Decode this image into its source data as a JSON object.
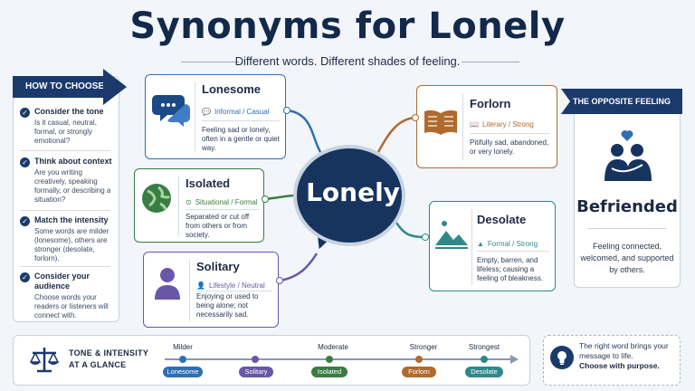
{
  "title": "Synonyms for Lonely",
  "subtitle": "Different words. Different shades of feeling.",
  "center_word": "Lonely",
  "how_to_choose": {
    "heading": "HOW TO CHOOSE",
    "steps": [
      {
        "title": "Consider the tone",
        "text": "Is it casual, neutral, formal, or strongly emotional?"
      },
      {
        "title": "Think about context",
        "text": "Are you writing creatively, speaking formally, or describing a situation?"
      },
      {
        "title": "Match the intensity",
        "text": "Some words are milder (lonesome), others are stronger (desolate, forlorn)."
      },
      {
        "title": "Consider your audience",
        "text": "Choose words your readers or listeners will connect with."
      }
    ]
  },
  "synonyms": {
    "lonesome": {
      "word": "Lonesome",
      "tag": "Informal / Casual",
      "desc": "Feeling sad or lonely, often in a gentle or quiet way.",
      "color": "#2f6fb5"
    },
    "isolated": {
      "word": "Isolated",
      "tag": "Situational / Formal",
      "desc": "Separated or cut off from others or from society.",
      "color": "#3a7d44"
    },
    "solitary": {
      "word": "Solitary",
      "tag": "Lifestyle / Neutral",
      "desc": "Enjoying or used to being alone; not necessarily sad.",
      "color": "#6a56a8"
    },
    "forlorn": {
      "word": "Forlorn",
      "tag": "Literary / Strong",
      "desc": "Pitifully sad, abandoned, or very lonely.",
      "color": "#b06a2e"
    },
    "desolate": {
      "word": "Desolate",
      "tag": "Formal / Strong",
      "desc": "Empty, barren, and lifeless; causing a feeling of bleakness.",
      "color": "#2e8a8a"
    }
  },
  "opposite": {
    "heading": "THE OPPOSITE FEELING",
    "word": "Befriended",
    "desc": "Feeling connected, welcomed, and supported by others."
  },
  "scale": {
    "title_line1": "TONE & INTENSITY",
    "title_line2": "AT A GLANCE",
    "levels": [
      "Milder",
      "Moderate",
      "Stronger",
      "Strongest"
    ],
    "pills": [
      "Lonesome",
      "Solitary",
      "Isolated",
      "Forlorn",
      "Desolate"
    ]
  },
  "tip": {
    "text": "The right word brings your message to life.",
    "bold": "Choose with purpose."
  }
}
